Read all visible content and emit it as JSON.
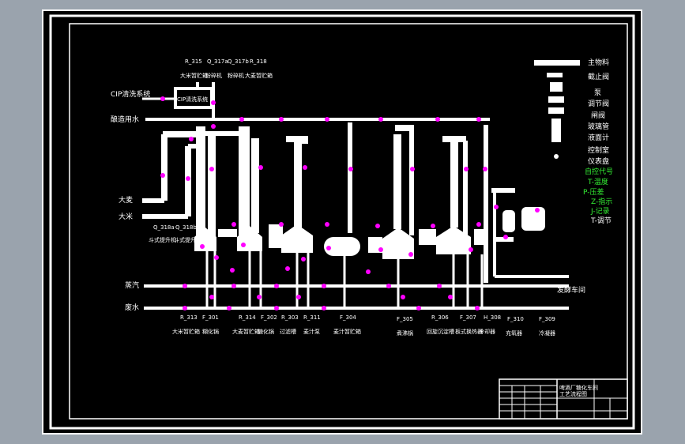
{
  "colors": {
    "background": "#9aa3ad",
    "paper": "#000000",
    "line": "#ffffff",
    "marker": "#ff00ff",
    "legend_green": "#33ee33"
  },
  "inputs": {
    "cip": "CIP清洗系统",
    "cip_inner": "CIP清洗系统",
    "water": "酿造用水",
    "barley": "大麦",
    "rice": "大米",
    "steam": "蒸汽",
    "waste": "废水",
    "fermentation": "发酵车间"
  },
  "top_labels": [
    {
      "code": "R_315",
      "name": "大米暂贮箱"
    },
    {
      "code": "Q_317a",
      "name": "粉碎机"
    },
    {
      "code": "Q_317b",
      "name": "粉碎机"
    },
    {
      "code": "R_318",
      "name": "大麦暂贮箱"
    }
  ],
  "mid_labels": [
    {
      "code": "Q_318a",
      "name": "斗式提升机"
    },
    {
      "code": "Q_318b",
      "name": "斗式提升机"
    }
  ],
  "bottom_labels": [
    {
      "code": "R_313",
      "name": "大米暂贮箱"
    },
    {
      "code": "F_301",
      "name": "糊化锅"
    },
    {
      "code": "R_314",
      "name": "大麦暂贮箱"
    },
    {
      "code": "F_302",
      "name": "糖化锅"
    },
    {
      "code": "R_303",
      "name": "过滤槽"
    },
    {
      "code": "R_311",
      "name": "麦汁泵"
    },
    {
      "code": "F_304",
      "name": "麦汁暂贮箱"
    },
    {
      "code": "F_305",
      "name": "煮沸锅"
    },
    {
      "code": "R_306",
      "name": "回旋沉淀槽"
    },
    {
      "code": "F_307",
      "name": "板式换热器"
    },
    {
      "code": "H_308",
      "name": "冷却器"
    },
    {
      "code": "F_310",
      "name": "充氧器"
    },
    {
      "code": "F_309",
      "name": "冷凝器"
    }
  ],
  "legend": [
    {
      "text": "主物料",
      "green": false
    },
    {
      "text": "截止阀",
      "green": false
    },
    {
      "text": "泵",
      "green": false
    },
    {
      "text": "调节阀",
      "green": false
    },
    {
      "text": "闸阀",
      "green": false
    },
    {
      "text": "玻璃管",
      "green": false
    },
    {
      "text": "液面计",
      "green": false
    },
    {
      "text": "控制室",
      "green": false
    },
    {
      "text": "仪表盘",
      "green": false
    },
    {
      "text": "自控代号",
      "green": true
    },
    {
      "text": "T-温度",
      "green": true
    },
    {
      "text": "P-压差",
      "green": true
    },
    {
      "text": "Z-指示",
      "green": true
    },
    {
      "text": "J-记录",
      "green": true
    },
    {
      "text": "T-调节",
      "green": false
    }
  ],
  "title_block": {
    "line1": "啤酒厂糖化车间",
    "line2": "工艺流程图"
  }
}
